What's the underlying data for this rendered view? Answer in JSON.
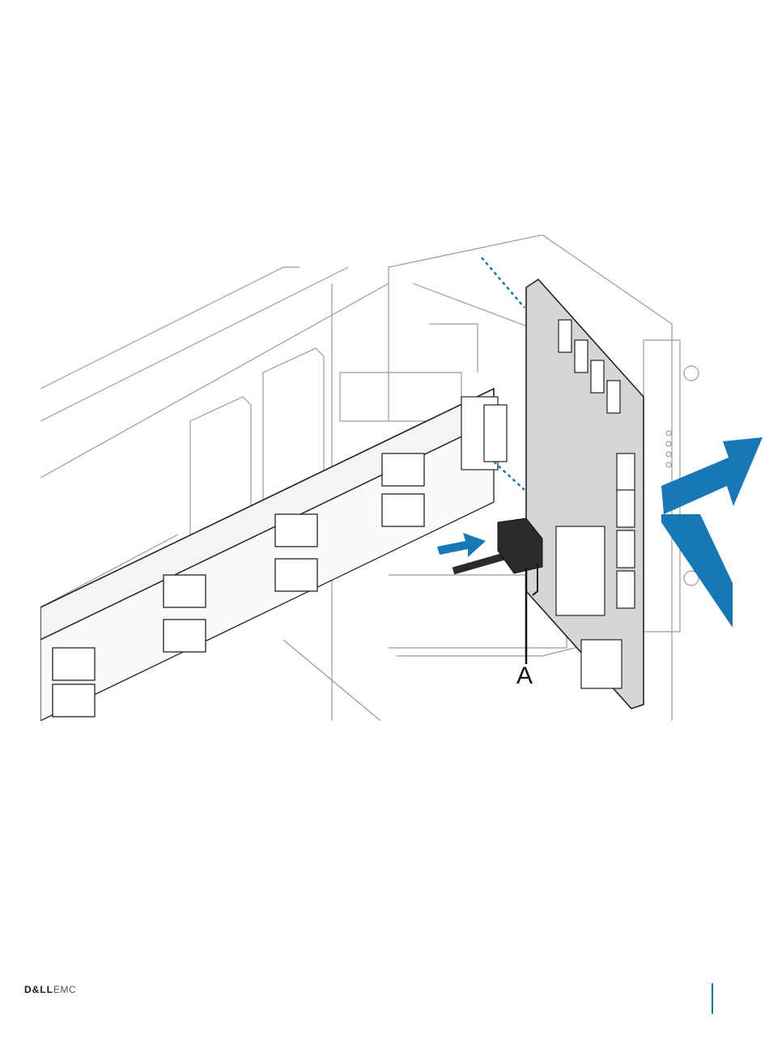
{
  "figure": {
    "callout_label": "A",
    "colors": {
      "arrow": "#1778b8",
      "line": "#3a3a3a",
      "board": "#d6d6d6",
      "cable": "#2b2b2b"
    }
  },
  "footer": {
    "brand_primary": "D&LL",
    "brand_secondary": "EMC",
    "rule_color": "#1778b8"
  }
}
